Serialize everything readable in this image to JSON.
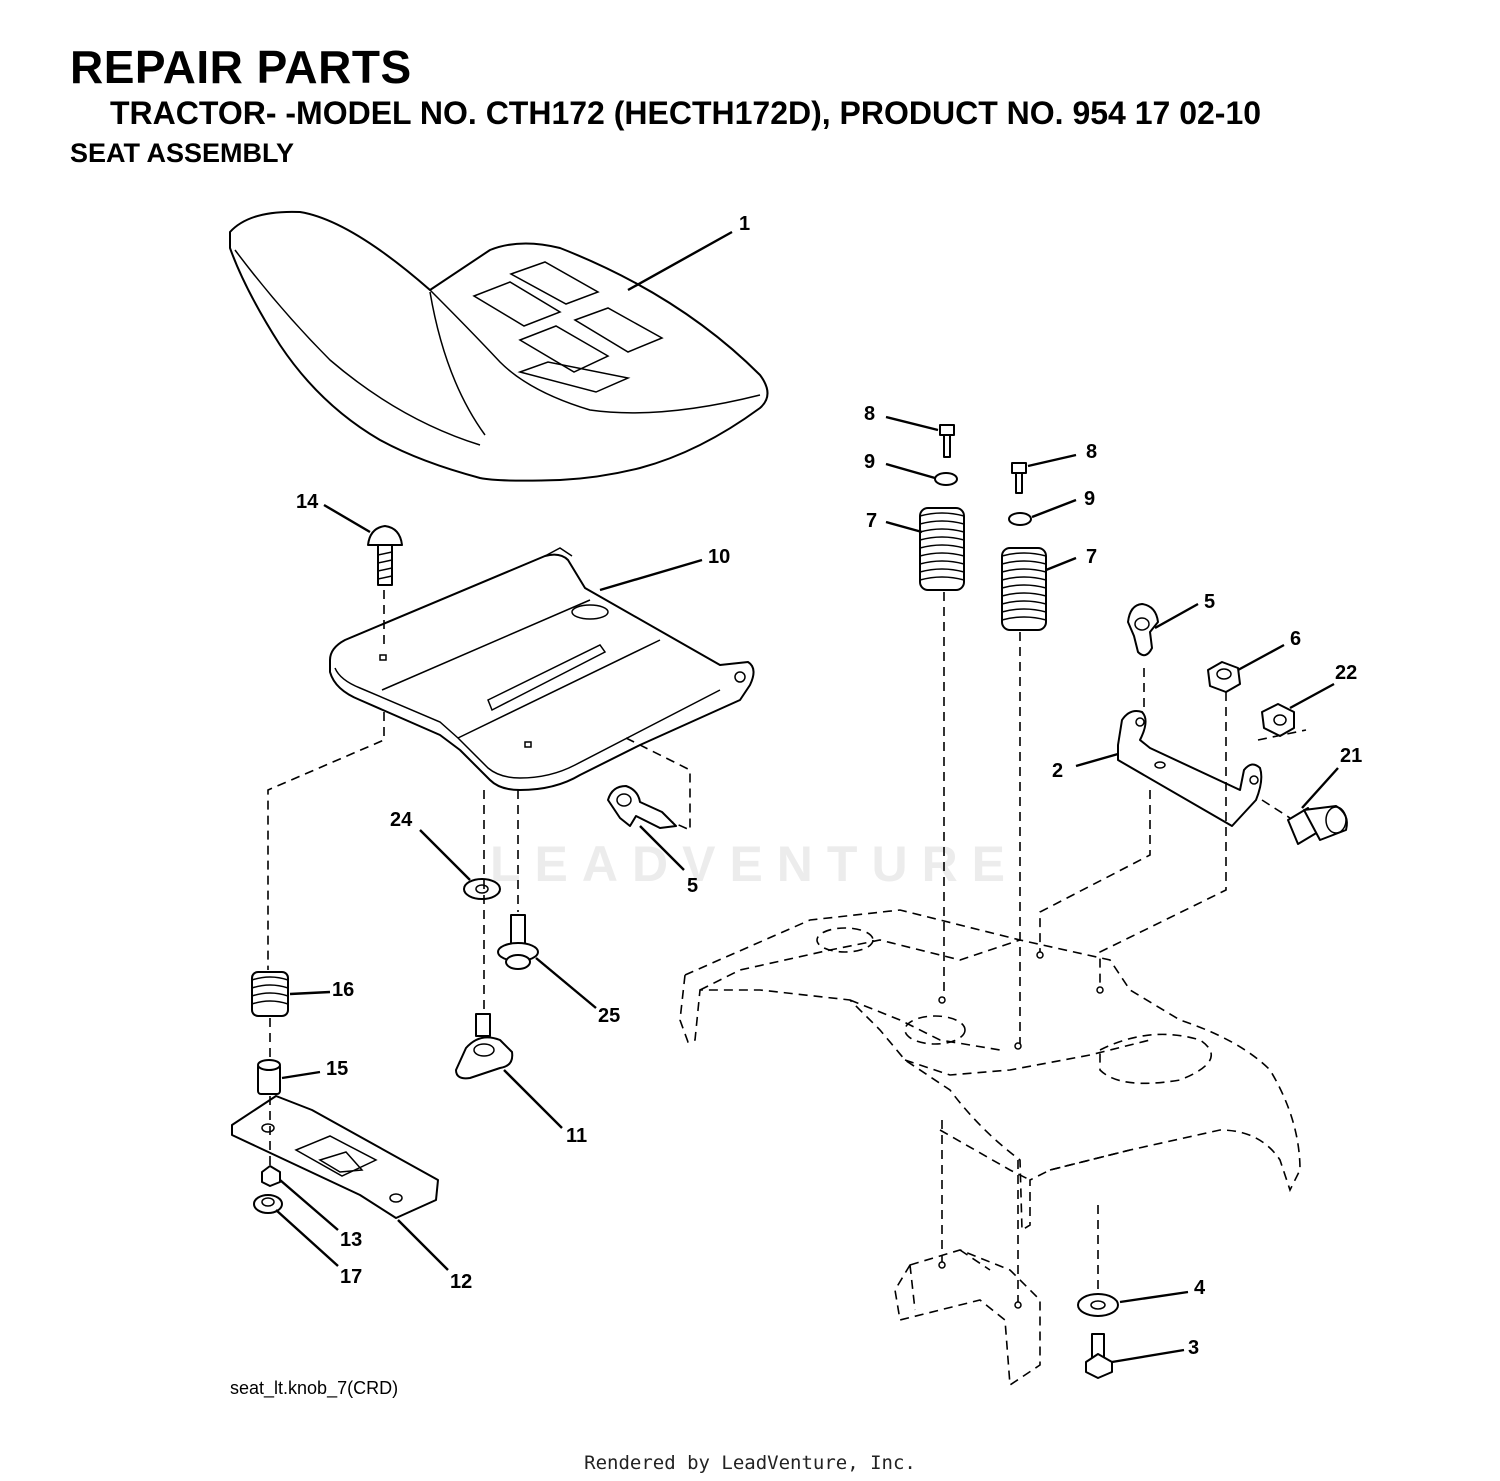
{
  "header": {
    "title": "REPAIR PARTS",
    "subtitle": "TRACTOR- -MODEL NO. CTH172 (HECTH172D), PRODUCT NO. 954 17 02-10",
    "section": "SEAT ASSEMBLY"
  },
  "callouts": [
    "1",
    "8",
    "9",
    "8",
    "9",
    "7",
    "7",
    "14",
    "10",
    "5",
    "6",
    "22",
    "2",
    "21",
    "24",
    "5",
    "16",
    "25",
    "15",
    "11",
    "13",
    "17",
    "12",
    "4",
    "3"
  ],
  "drawing_ref": "seat_lt.knob_7(CRD)",
  "watermark": "LEADVENTURE",
  "footer": "Rendered by LeadVenture, Inc."
}
